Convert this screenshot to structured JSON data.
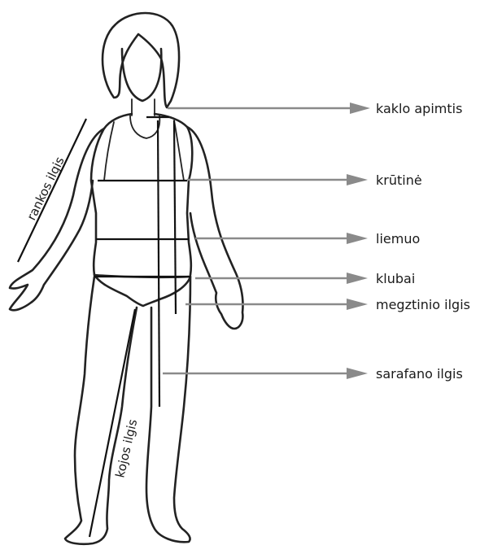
{
  "labels": {
    "neck": "kaklo apimtis",
    "chest": "krūtinė",
    "waist": "liemuo",
    "hips": "klubai",
    "sweater_length": "megztinio ilgis",
    "sundress_length": "sarafano ilgis",
    "arm_length": "rankos ilgis",
    "leg_length": "kojos ilgis"
  },
  "colors": {
    "arrow": "#8a8a8a",
    "outline": "#222222",
    "hip_line": "#b8742e"
  }
}
